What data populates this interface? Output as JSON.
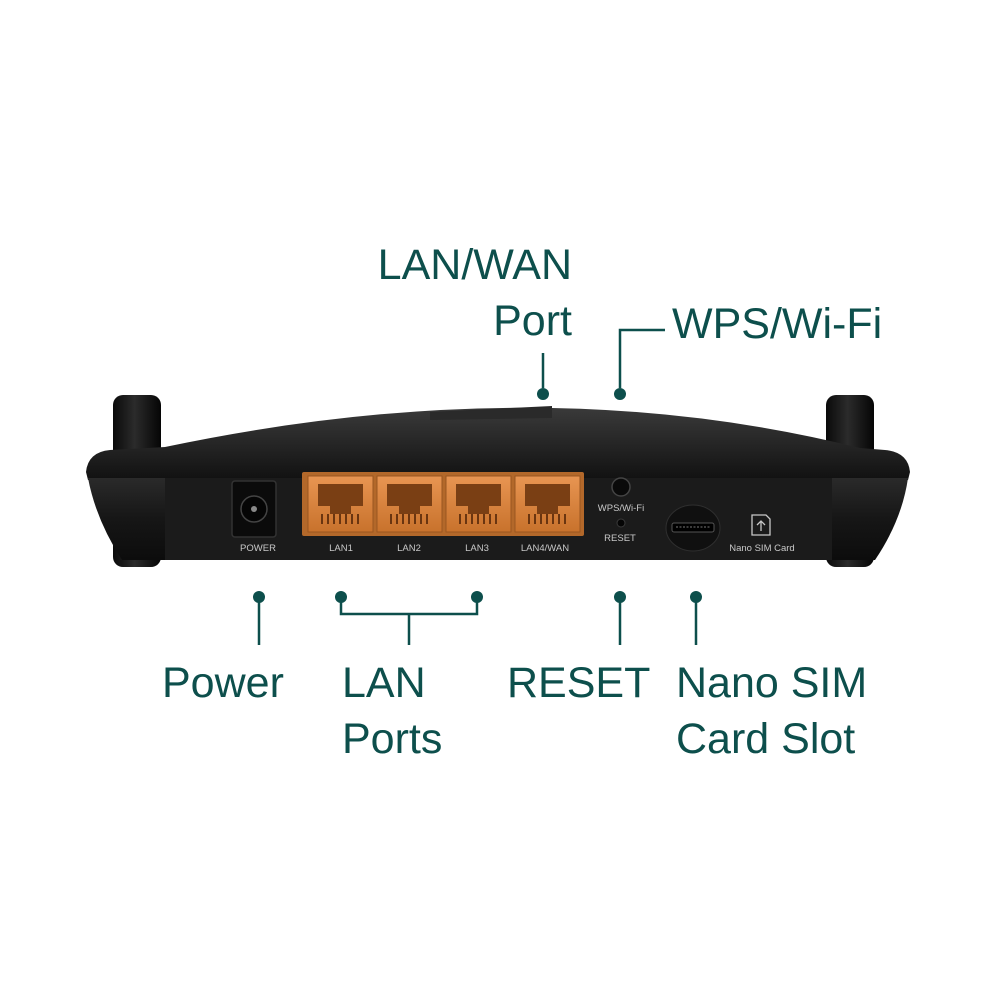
{
  "colors": {
    "callout_teal": "#0d4f4c",
    "router_body": "#161616",
    "port_orange": "#d9843b",
    "background": "#ffffff"
  },
  "device_labels": {
    "power": "POWER",
    "lan1": "LAN1",
    "lan2": "LAN2",
    "lan3": "LAN3",
    "lan4_wan": "LAN4/WAN",
    "wps_wifi": "WPS/Wi-Fi",
    "reset": "RESET",
    "nano_sim_card": "Nano SIM Card"
  },
  "callouts": {
    "lan_wan_port": [
      "LAN/WAN",
      "Port"
    ],
    "wps_wifi": "WPS/Wi-Fi",
    "power": "Power",
    "lan_ports": [
      "LAN",
      "Ports"
    ],
    "reset": "RESET",
    "nano_sim_slot": [
      "Nano SIM",
      "Card Slot"
    ]
  },
  "icons": {
    "sim_slot_marker": "up-arrow-in-card-icon"
  }
}
